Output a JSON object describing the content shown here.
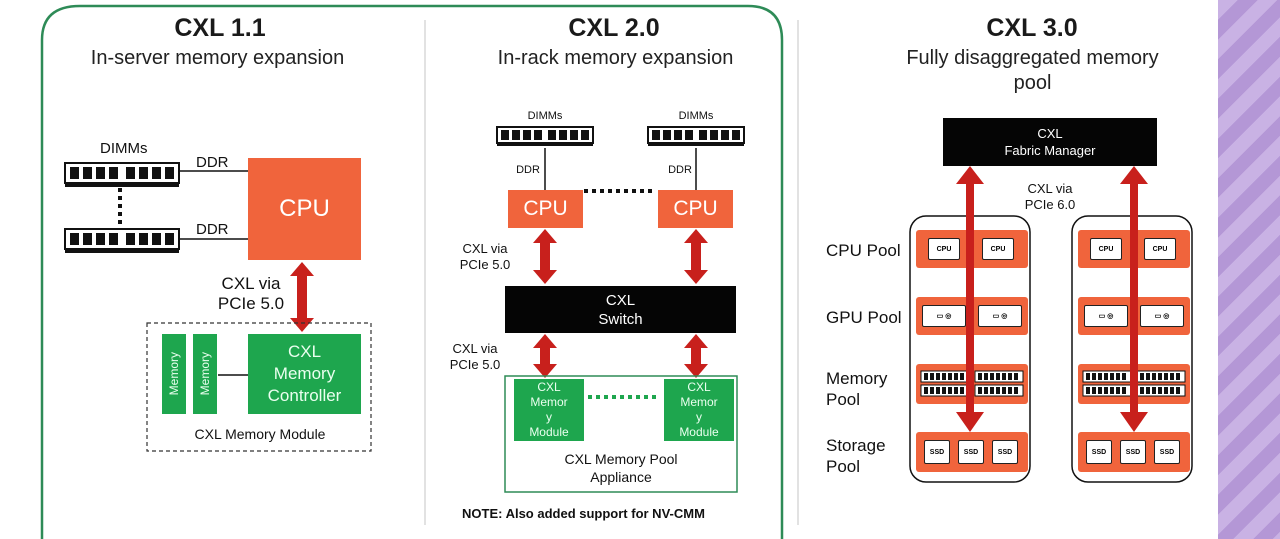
{
  "panel1": {
    "title": "CXL 1.1",
    "subtitle": "In-server memory expansion",
    "dimms_label": "DIMMs",
    "ddr_top": "DDR",
    "ddr_bottom": "DDR",
    "cpu_label": "CPU",
    "link_line1": "CXL via",
    "link_line2": "PCIe 5.0",
    "memory_chip_1": "Memory",
    "memory_chip_2": "Memory",
    "controller_line1": "CXL",
    "controller_line2": "Memory",
    "controller_line3": "Controller",
    "module_label": "CXL Memory Module"
  },
  "panel2": {
    "title": "CXL 2.0",
    "subtitle": "In-rack memory expansion",
    "dimms_left": "DIMMs",
    "dimms_right": "DIMMs",
    "ddr_left": "DDR",
    "ddr_right": "DDR",
    "cpu_left": "CPU",
    "cpu_right": "CPU",
    "link_upper_line1": "CXL via",
    "link_upper_line2": "PCIe 5.0",
    "switch_line1": "CXL",
    "switch_line2": "Switch",
    "link_lower_line1": "CXL via",
    "link_lower_line2": "PCIe 5.0",
    "module_left": [
      "CXL",
      "Memor",
      "y",
      "Module"
    ],
    "module_right": [
      "CXL",
      "Memor",
      "y",
      "Module"
    ],
    "appliance_line1": "CXL Memory Pool",
    "appliance_line2": "Appliance",
    "note": "NOTE: Also added support for NV-CMM"
  },
  "panel3": {
    "title": "CXL 3.0",
    "subtitle_line1": "Fully disaggregated memory",
    "subtitle_line2": "pool",
    "fabric_line1": "CXL",
    "fabric_line2": "Fabric Manager",
    "link_line1": "CXL via",
    "link_line2": "PCIe 6.0",
    "row_cpu": "CPU Pool",
    "row_gpu": "GPU Pool",
    "row_memory_line1": "Memory",
    "row_memory_line2": "Pool",
    "row_storage_line1": "Storage",
    "row_storage_line2": "Pool",
    "chip_cpu": "CPU",
    "chip_ssd": "SSD"
  },
  "colors": {
    "cpu": "#f0643c",
    "cxl_green": "#1ea64e",
    "arrow_red": "#c8201c",
    "frame_green": "#2e8b57",
    "switch_black": "#050505"
  }
}
